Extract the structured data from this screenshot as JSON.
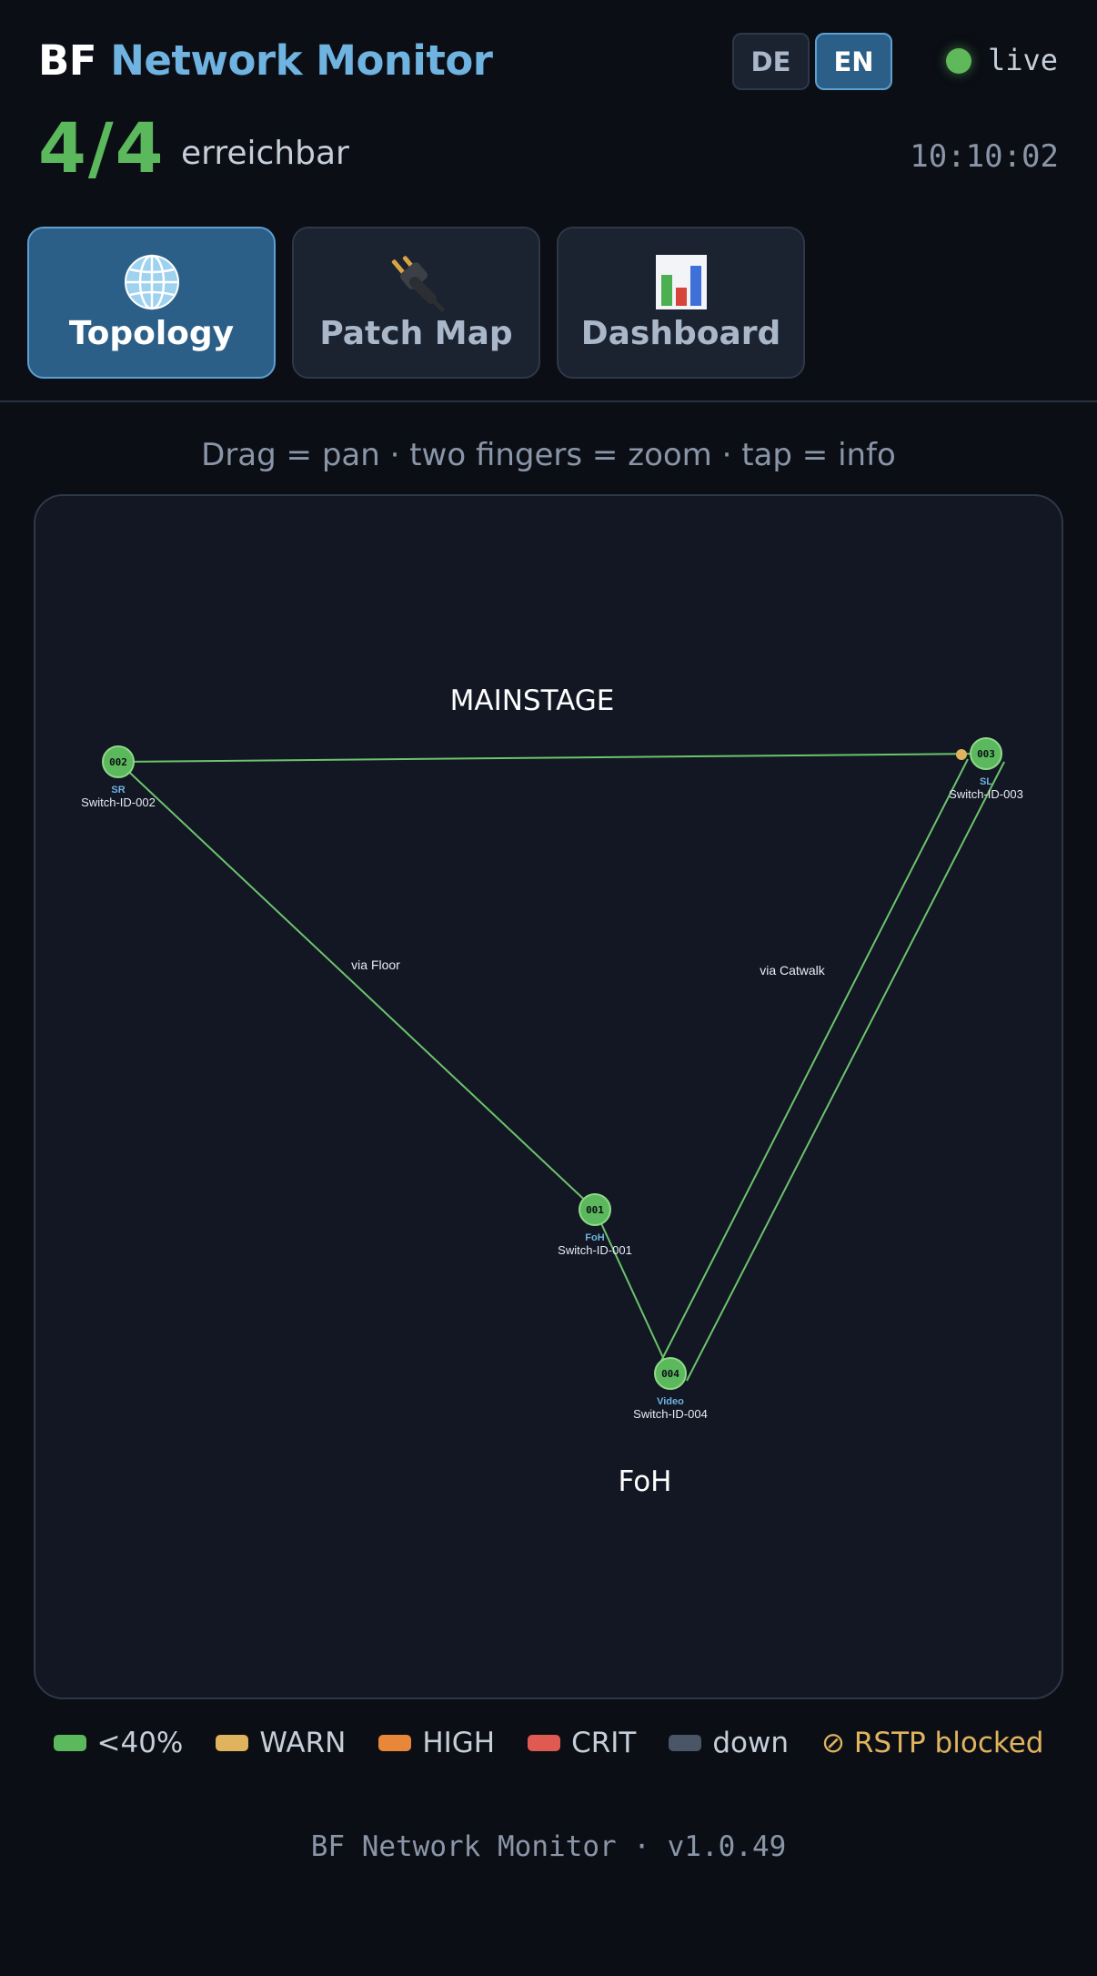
{
  "header": {
    "title_prefix": "BF",
    "title_rest": "Network Monitor",
    "languages": [
      "DE",
      "EN"
    ],
    "active_language": "EN",
    "live_label": "live",
    "reachable_count": "4/4",
    "reachable_label": "erreichbar",
    "clock": "10:10:02"
  },
  "tabs": [
    {
      "label": "Topology",
      "icon": "globe-icon",
      "active": true
    },
    {
      "label": "Patch Map",
      "icon": "plug-icon",
      "active": false
    },
    {
      "label": "Dashboard",
      "icon": "bar-chart-icon",
      "active": false
    }
  ],
  "map": {
    "hint": "Drag = pan · two fingers = zoom · tap = info",
    "zones": [
      "MAINSTAGE",
      "FoH"
    ],
    "nodes": [
      {
        "id": "002",
        "role": "SR",
        "name": "Switch-ID-002",
        "status": "ok"
      },
      {
        "id": "003",
        "role": "SL",
        "name": "Switch-ID-003",
        "status": "ok"
      },
      {
        "id": "001",
        "role": "FoH",
        "name": "Switch-ID-001",
        "status": "ok"
      },
      {
        "id": "004",
        "role": "Video",
        "name": "Switch-ID-004",
        "status": "ok"
      }
    ],
    "links": [
      {
        "from": "002",
        "to": "003",
        "label": "",
        "rstp_blocked": true
      },
      {
        "from": "002",
        "to": "001",
        "label": "via Floor"
      },
      {
        "from": "001",
        "to": "004",
        "label": ""
      },
      {
        "from": "004",
        "to": "003",
        "label": "via Catwalk"
      },
      {
        "from": "004",
        "to": "003",
        "label": ""
      }
    ]
  },
  "legend": {
    "ok": "<40%",
    "warn": "WARN",
    "high": "HIGH",
    "crit": "CRIT",
    "down": "down",
    "rstp": "⊘ RSTP blocked"
  },
  "colors": {
    "ok": "#5cb85c",
    "warn": "#e0b45e",
    "high": "#e8873a",
    "crit": "#e05a52",
    "down": "#4a5566",
    "accent": "#6fb3e0"
  },
  "footer": "BF Network Monitor · v1.0.49"
}
